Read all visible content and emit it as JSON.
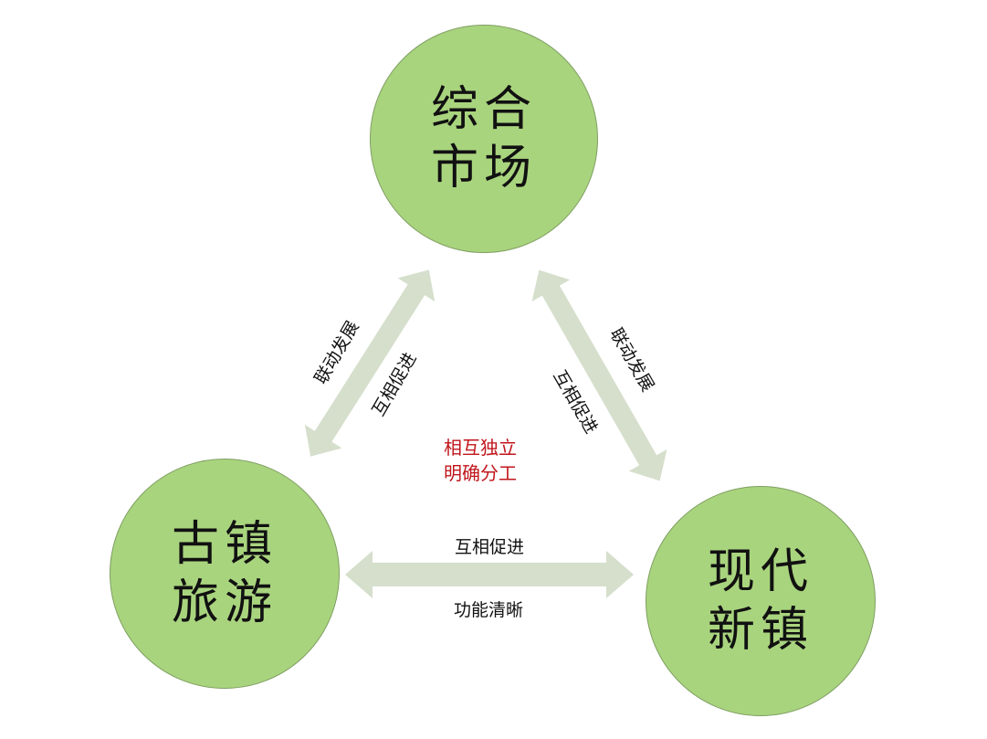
{
  "nodes": {
    "top": {
      "line1": "综合",
      "line2": "市场"
    },
    "left": {
      "line1": "古镇",
      "line2": "旅游"
    },
    "right": {
      "line1": "现代",
      "line2": "新镇"
    }
  },
  "edges": {
    "left": {
      "outer": "联动发展",
      "inner": "互相促进"
    },
    "right": {
      "outer": "联动发展",
      "inner": "互相促进"
    },
    "bottom": {
      "top": "互相促进",
      "bottom": "功能清晰"
    }
  },
  "center": {
    "line1": "相互独立",
    "line2": "明确分工"
  },
  "colors": {
    "node_fill": "#a9d47e",
    "arrow": "#d5dfcc",
    "accent_text": "#c0161c"
  }
}
